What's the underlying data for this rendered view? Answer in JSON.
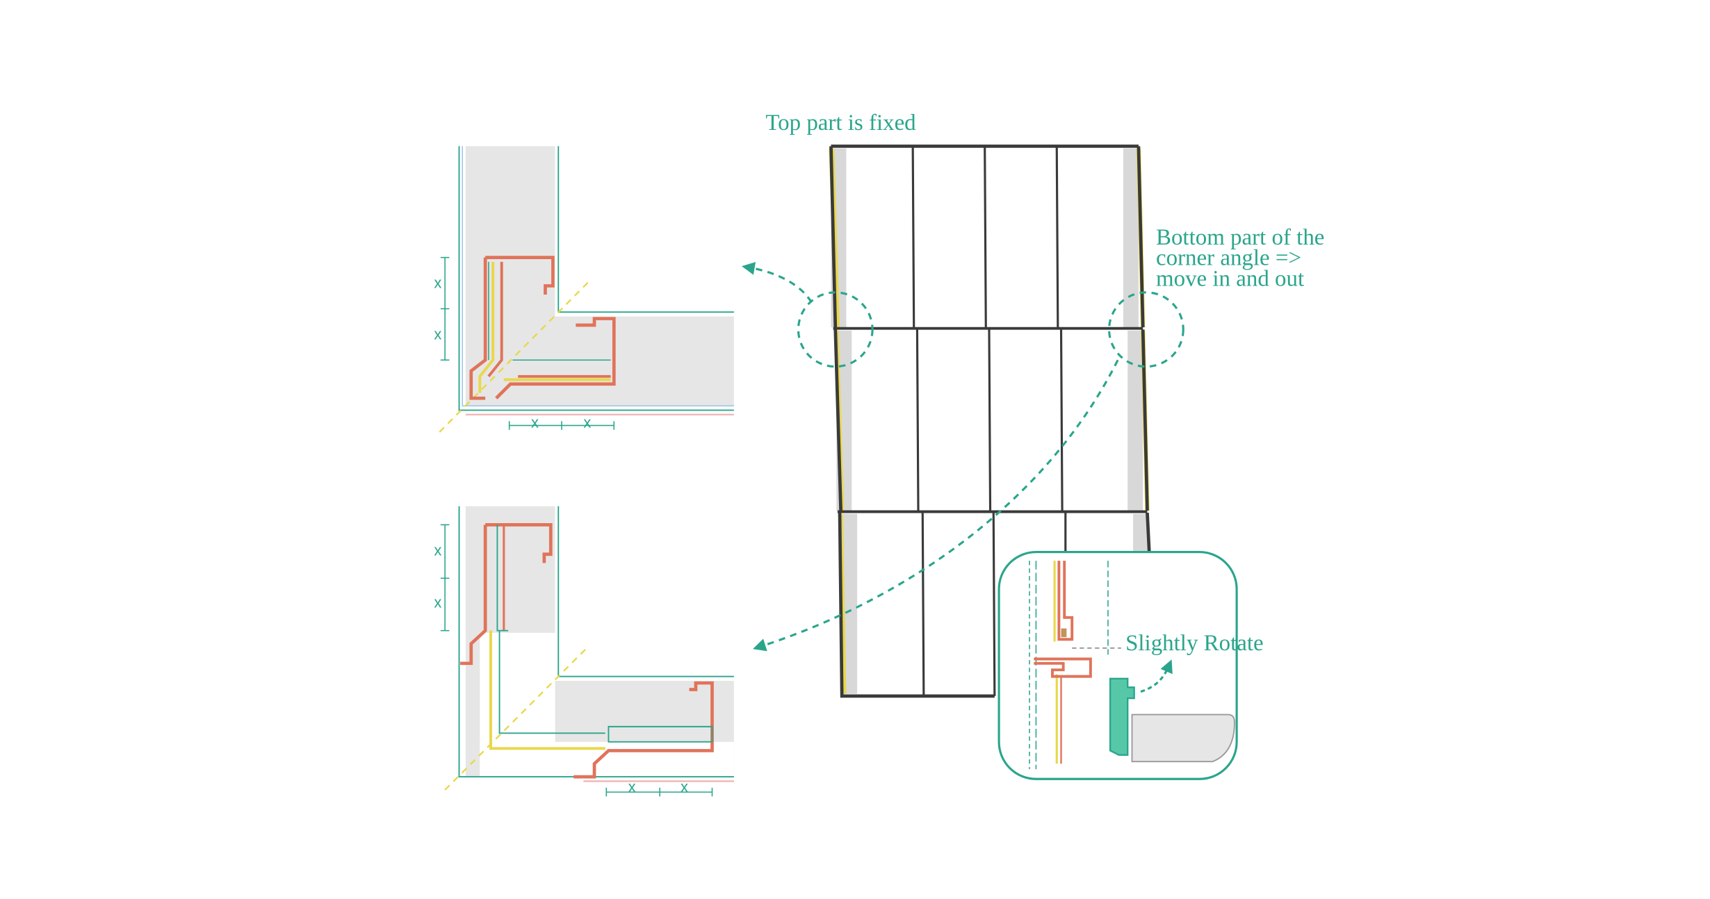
{
  "labels": {
    "top_fixed": "Top part is fixed",
    "bottom_line1": "Bottom part of the",
    "bottom_line2": "corner angle =>",
    "bottom_line3": "move in and out",
    "rotate": "Slightly Rotate"
  },
  "dimension_mark": "x",
  "colors": {
    "accent": "#2aa58c",
    "profile": "#e0735a",
    "insulation": "#e8d84a",
    "wall": "#e6e6e6",
    "frame": "#3a3a3a",
    "panel_edge": "#d8d8d8"
  }
}
